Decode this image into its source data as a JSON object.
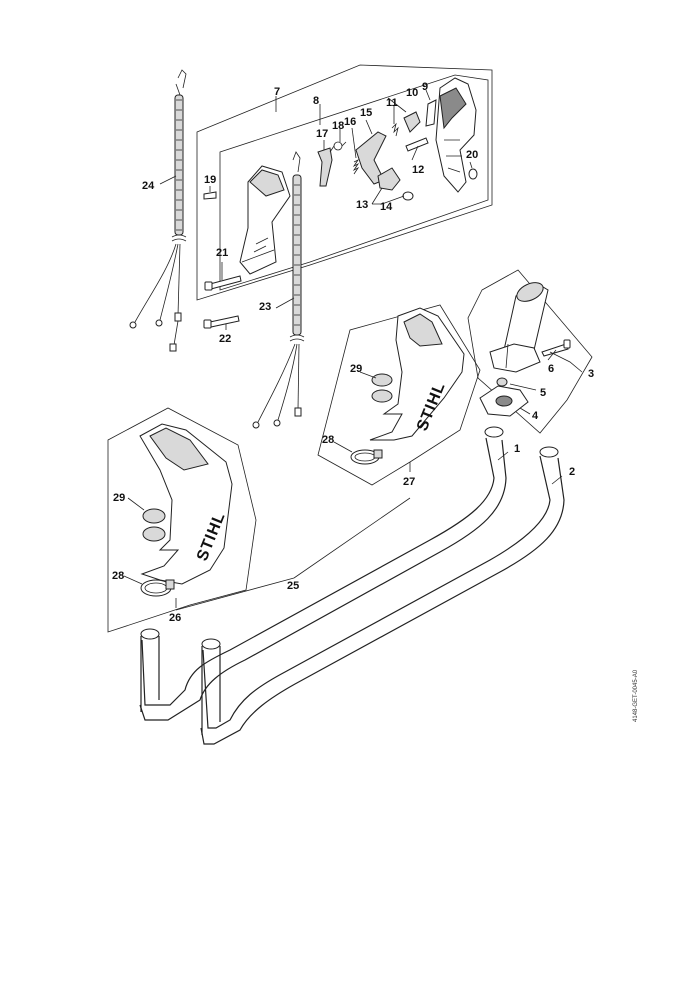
{
  "labels": {
    "p1": "1",
    "p2": "2",
    "p3": "3",
    "p4": "4",
    "p5": "5",
    "p6": "6",
    "p7": "7",
    "p8": "8",
    "p9": "9",
    "p10": "10",
    "p11": "11",
    "p12": "12",
    "p13": "13",
    "p14": "14",
    "p15": "15",
    "p16": "16",
    "p17": "17",
    "p18": "18",
    "p19": "19",
    "p20": "20",
    "p21": "21",
    "p22": "22",
    "p23": "23",
    "p24": "24",
    "p25": "25",
    "p26": "26",
    "p27": "27",
    "p28a": "28",
    "p28b": "28",
    "p29a": "29",
    "p29b": "29"
  },
  "logo_text": "STIHL",
  "drawing_code": "4148-GET-0045-A0"
}
